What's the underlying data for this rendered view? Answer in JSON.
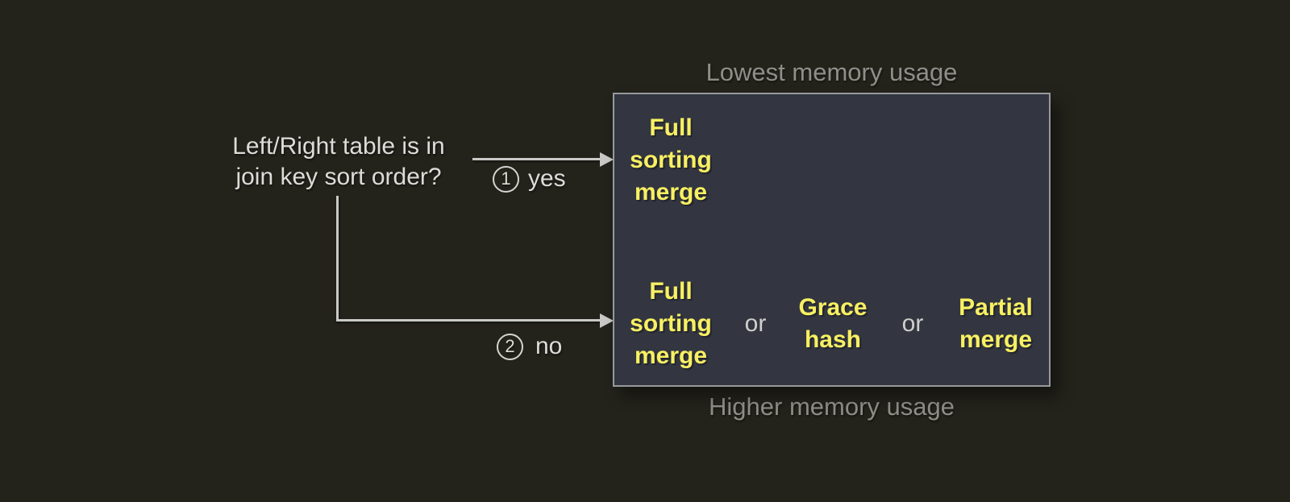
{
  "colors": {
    "background": "#23221b",
    "box_fill": "#333640",
    "box_border": "#97999c",
    "highlight_yellow": "#f8f062",
    "text_white": "#dcdcd8",
    "text_gray": "#8f8f8a",
    "arrow_gray": "#c9c9c7"
  },
  "question": {
    "line1": "Left/Right table is in",
    "line2": "join key sort order?"
  },
  "branch_yes": {
    "number": "1",
    "label": "yes"
  },
  "branch_no": {
    "number": "2",
    "label": "no"
  },
  "memory_scale": {
    "top": "Lowest memory usage",
    "bottom": "Higher memory usage"
  },
  "algorithms": {
    "sorted_case": "Full sorting merge",
    "unsorted_case": [
      "Full sorting merge",
      "Grace hash",
      "Partial merge"
    ],
    "separator": "or"
  }
}
